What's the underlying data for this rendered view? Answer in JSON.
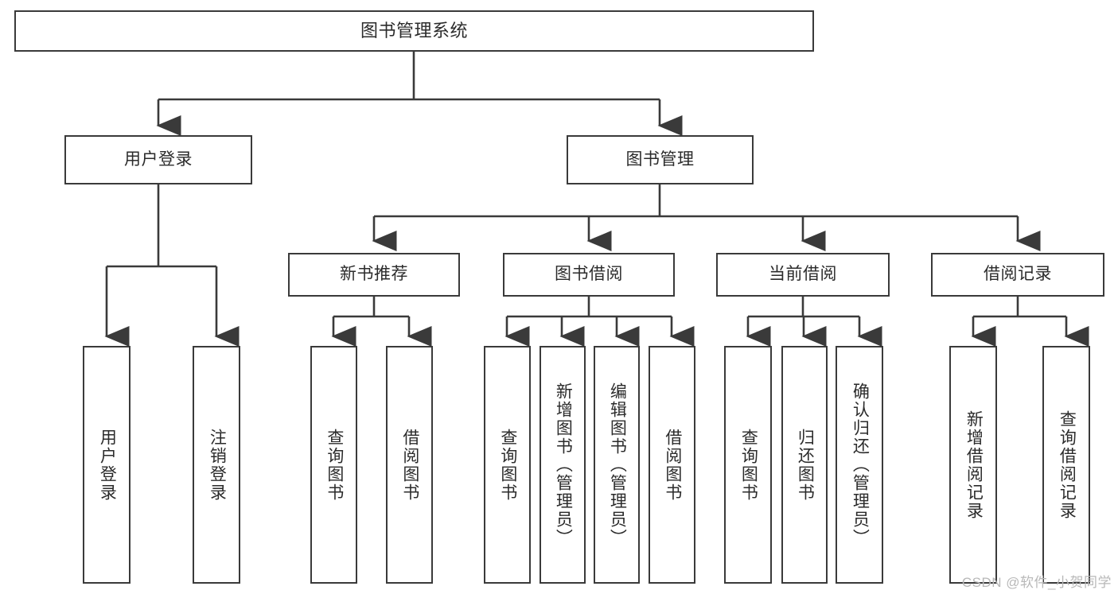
{
  "diagram": {
    "title": "图书管理系统",
    "type": "tree-hierarchy",
    "levels": {
      "root": {
        "label": "图书管理系统"
      },
      "level2": [
        {
          "label": "用户登录"
        },
        {
          "label": "图书管理"
        }
      ],
      "level3": [
        {
          "label": "新书推荐"
        },
        {
          "label": "图书借阅"
        },
        {
          "label": "当前借阅"
        },
        {
          "label": "借阅记录"
        }
      ],
      "leaves": [
        {
          "label": "用户登录",
          "parent": "用户登录"
        },
        {
          "label": "注销登录",
          "parent": "用户登录"
        },
        {
          "label": "查询图书",
          "parent": "新书推荐"
        },
        {
          "label": "借阅图书",
          "parent": "新书推荐"
        },
        {
          "label": "查询图书",
          "parent": "图书借阅"
        },
        {
          "label": "新增图书（管理员）",
          "parent": "图书借阅"
        },
        {
          "label": "编辑图书（管理员）",
          "parent": "图书借阅"
        },
        {
          "label": "借阅图书",
          "parent": "图书借阅"
        },
        {
          "label": "查询图书",
          "parent": "当前借阅"
        },
        {
          "label": "归还图书",
          "parent": "当前借阅"
        },
        {
          "label": "确认归还（管理员）",
          "parent": "当前借阅"
        },
        {
          "label": "新增借阅记录",
          "parent": "借阅记录"
        },
        {
          "label": "查询借阅记录",
          "parent": "借阅记录"
        }
      ]
    },
    "watermark": "CSDN @软件_小贺同学",
    "colors": {
      "border": "#3a3a3a",
      "text": "#2b2b2b",
      "background": "#ffffff",
      "watermark": "#b8b8b8"
    }
  }
}
